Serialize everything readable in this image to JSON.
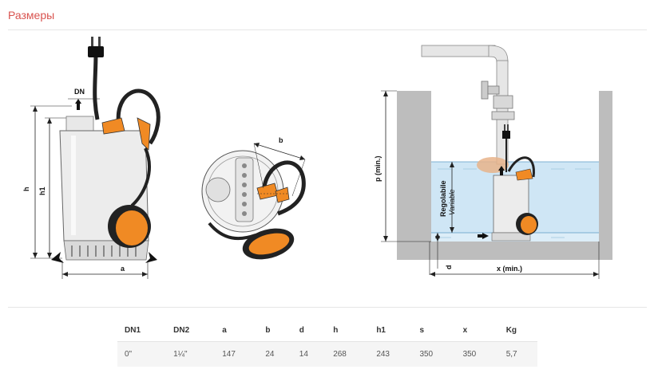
{
  "section": {
    "title": "Размеры"
  },
  "diagram": {
    "labels": {
      "dn": "DN",
      "h": "h",
      "h1": "h1",
      "a": "a",
      "b": "b",
      "p": "p (min.)",
      "d": "d",
      "x": "x (min.)",
      "regolabile": "Regolabile",
      "variable": "Variable"
    }
  },
  "table": {
    "headers": [
      "DN1",
      "DN2",
      "a",
      "b",
      "d",
      "h",
      "h1",
      "s",
      "x",
      "Kg"
    ],
    "rows": [
      [
        "0\"",
        "1¼\"",
        "147",
        "24",
        "14",
        "268",
        "243",
        "350",
        "350",
        "5,7"
      ]
    ]
  },
  "colors": {
    "title": "#d9534f",
    "accent_orange": "#f08a24",
    "water": "#cfe6f5",
    "concrete": "#bdbdbd"
  }
}
